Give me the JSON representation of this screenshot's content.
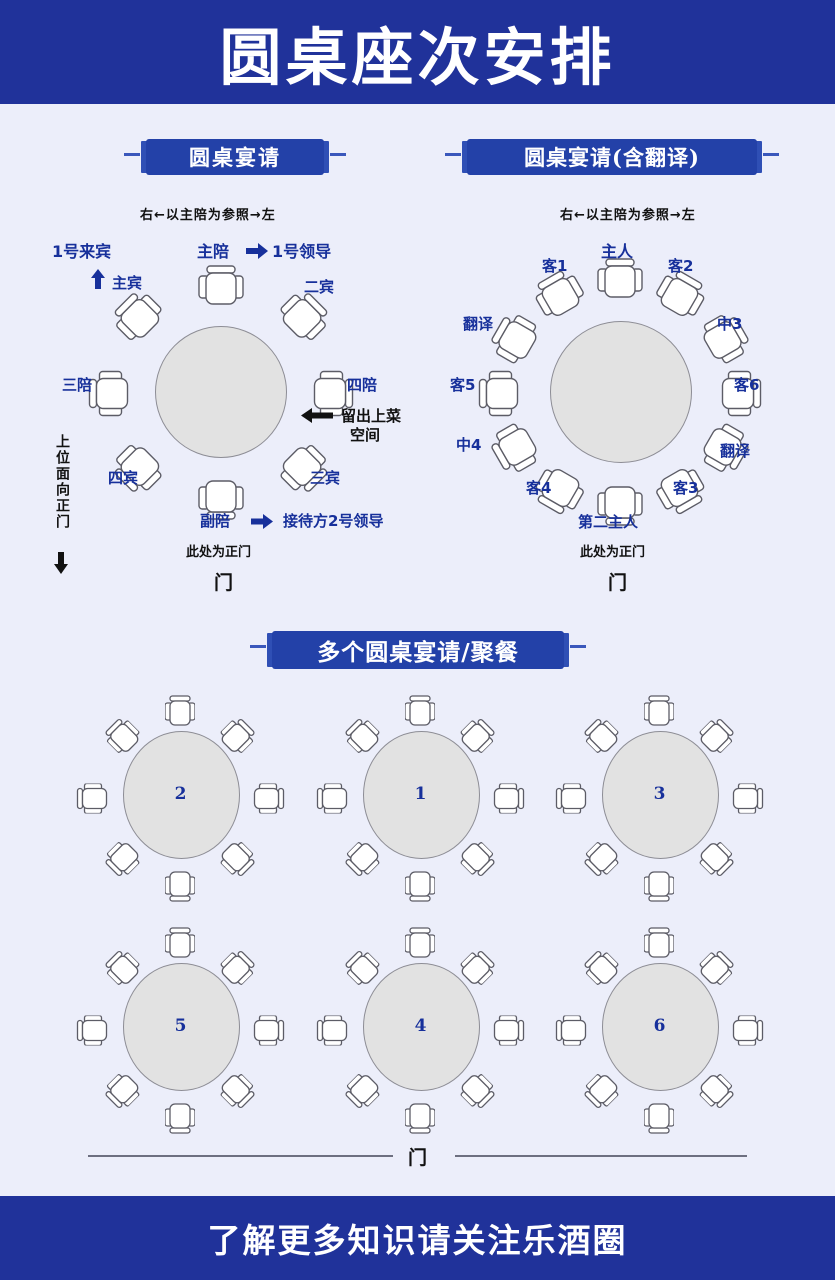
{
  "header": {
    "title": "圆桌座次安排"
  },
  "footer": {
    "text": "了解更多知识请关注乐酒圈"
  },
  "colors": {
    "brand_blue": "#20329a",
    "label_blue": "#17309b",
    "page_bg": "#eceefa",
    "table_fill": "#e2e2e2",
    "table_stroke": "#8d8d95"
  },
  "sections": {
    "left": {
      "badge": "圆桌宴请",
      "reference_note": "右←以主陪为参照→左",
      "door_note": "此处为正门",
      "door_label": "门",
      "side_note": "上位面向正门",
      "serving_note_line1": "留出上菜",
      "serving_note_line2": "空间",
      "guest_arrow_top": "1号来宾",
      "guest_arrow_sub": "主宾",
      "host_pair_left": "主陪",
      "host_pair_right": "1号领导",
      "deputy_pair_left": "副陪",
      "deputy_pair_right": "接待方2号领导",
      "seats": [
        "二宾",
        "四陪",
        "三宾",
        "四宾",
        "三陪"
      ]
    },
    "right": {
      "badge": "圆桌宴请(含翻译)",
      "reference_note": "右←以主陪为参照→左",
      "door_note": "此处为正门",
      "door_label": "门",
      "seats": [
        "主人",
        "客1",
        "客2",
        "翻译",
        "中3",
        "客5",
        "客6",
        "中4",
        "翻译",
        "客4",
        "客3",
        "第二主人"
      ]
    },
    "multi": {
      "badge": "多个圆桌宴请/聚餐",
      "door_label": "门",
      "tables": [
        "2",
        "1",
        "3",
        "5",
        "4",
        "6"
      ]
    }
  }
}
